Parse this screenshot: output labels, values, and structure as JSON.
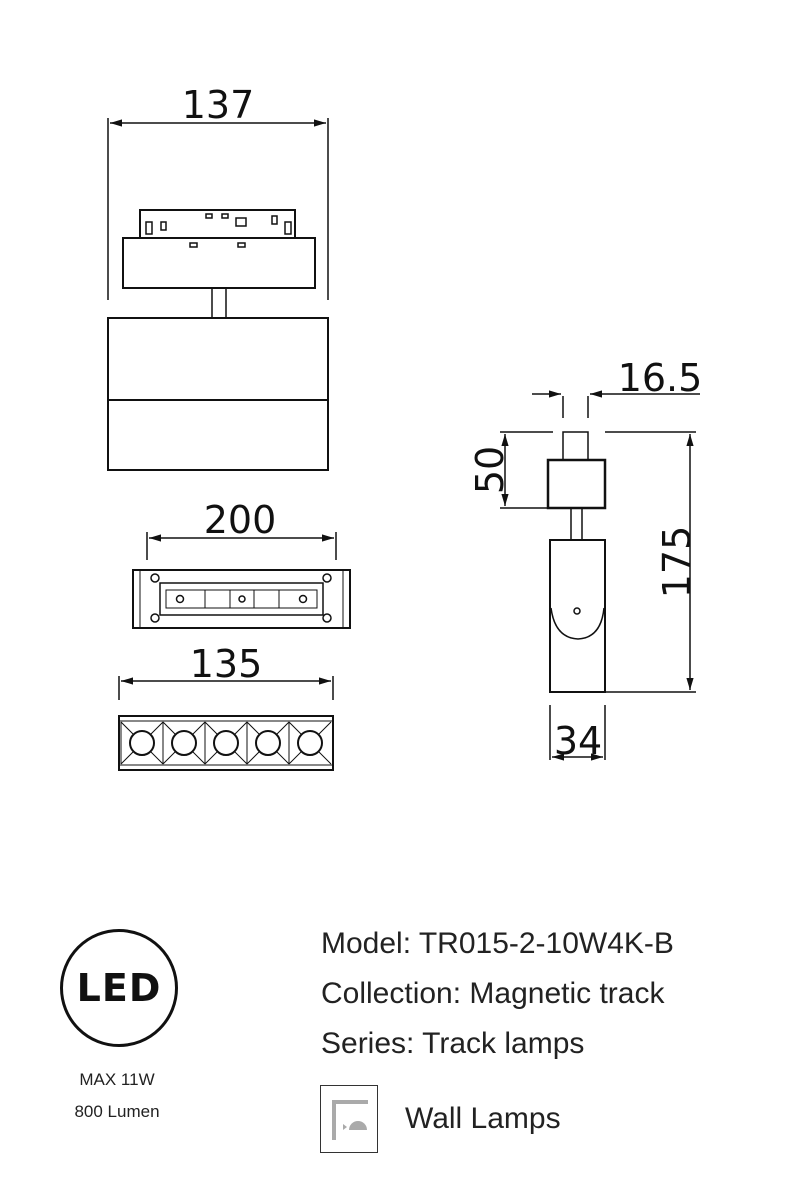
{
  "drawing": {
    "dimensions": {
      "front_width": "137",
      "top_width": "200",
      "bar_width": "135",
      "side_adapter_width": "16.5",
      "side_adapter_height": "50",
      "side_total_height": "175",
      "side_body_width": "34"
    },
    "led_count": 5
  },
  "badge": {
    "led_label": "LED",
    "max_power": "MAX 11W",
    "lumen": "800 Lumen"
  },
  "info": {
    "model": "Model: TR015-2-10W4K-B",
    "collection": "Collection: Magnetic track",
    "series": "Series: Track lamps",
    "category": "Wall Lamps",
    "category_icon": "wall-lamp-icon"
  },
  "colors": {
    "line": "#111111",
    "icon_gray": "#aaaaaa"
  }
}
